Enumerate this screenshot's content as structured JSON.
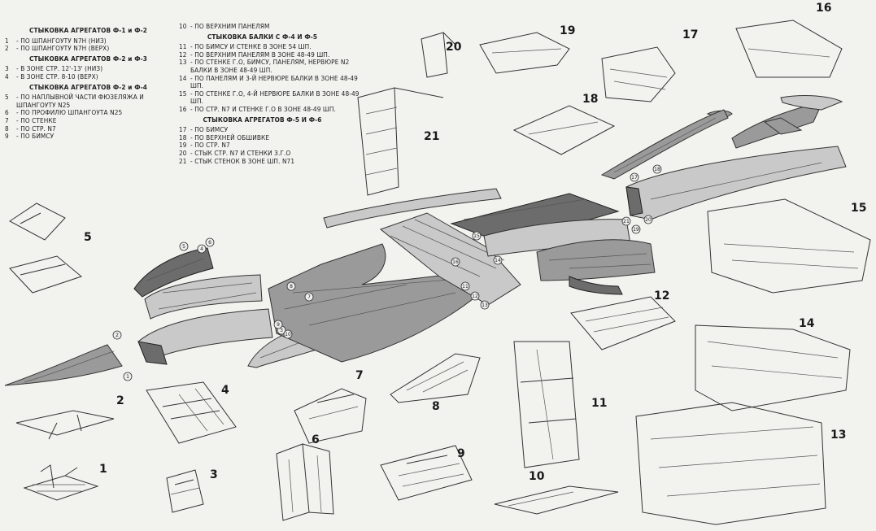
{
  "legend_left": {
    "groups": [
      {
        "title": "СТЫКОВКА АГРЕГАТОВ Ф-1 и Ф-2",
        "items": [
          {
            "n": "1",
            "t": "ПО ШПАНГОУТУ N7Н (НИЗ)"
          },
          {
            "n": "2",
            "t": "ПО ШПАНГОУТУ N7Н (ВЕРХ)"
          }
        ]
      },
      {
        "title": "СТЫКОВКА АГРЕГАТОВ Ф-2 и Ф-3",
        "items": [
          {
            "n": "3",
            "t": "В ЗОНЕ СТР. 12'-13' (НИЗ)"
          },
          {
            "n": "4",
            "t": "В ЗОНЕ СТР. 8-10 (ВЕРХ)"
          }
        ]
      },
      {
        "title": "СТЫКОВКА АГРЕГАТОВ Ф-2 и Ф-4",
        "items": [
          {
            "n": "5",
            "t": "ПО НАПЛЫВНОЙ ЧАСТИ ФЮЗЕЛЯЖА И ШПАНГОУТУ N25"
          },
          {
            "n": "6",
            "t": "ПО ПРОФИЛЮ ШПАНГОУТА N25"
          },
          {
            "n": "7",
            "t": "ПО СТЕНКЕ"
          },
          {
            "n": "8",
            "t": "ПО СТР. N7"
          },
          {
            "n": "9",
            "t": "ПО БИМСУ"
          }
        ]
      }
    ]
  },
  "legend_mid": {
    "first": {
      "n": "10",
      "t": "ПО ВЕРХНИМ ПАНЕЛЯМ"
    },
    "groups": [
      {
        "title": "СТЫКОВКА БАЛКИ С Ф-4 И Ф-5",
        "items": [
          {
            "n": "11",
            "t": "ПО БИМСУ И СТЕНКЕ В ЗОНЕ 54 ШП."
          },
          {
            "n": "12",
            "t": "ПО ВЕРХНИМ ПАНЕЛЯМ В ЗОНЕ 48-49 ШП."
          },
          {
            "n": "13",
            "t": "ПО СТЕНКЕ Г.О, БИМСУ, ПАНЕЛЯМ, НЕРВЮРЕ N2 БАЛКИ В ЗОНЕ 48-49 ШП."
          },
          {
            "n": "14",
            "t": "ПО ПАНЕЛЯМ И 3-Й НЕРВЮРЕ БАЛКИ В ЗОНЕ 48-49 ШП."
          },
          {
            "n": "15",
            "t": "ПО СТЕНКЕ Г.О, 4-Й НЕРВЮРЕ БАЛКИ В ЗОНЕ 48-49 ШП."
          },
          {
            "n": "16",
            "t": "ПО СТР. N7 И СТЕНКЕ Г.О В ЗОНЕ 48-49 ШП."
          }
        ]
      },
      {
        "title": "СТЫКОВКА АГРЕГАТОВ Ф-5 И Ф-6",
        "items": [
          {
            "n": "17",
            "t": "ПО БИМСУ"
          },
          {
            "n": "18",
            "t": "ПО ВЕРХНЕЙ ОБШИВКЕ"
          },
          {
            "n": "19",
            "t": "ПО СТР. N7"
          },
          {
            "n": "20",
            "t": "СТЫК СТР. N7 И СТЕНКИ З.Г.О"
          },
          {
            "n": "21",
            "t": "СТЫК СТЕНОК В ЗОНЕ ШП. N71"
          }
        ]
      }
    ]
  },
  "detail_numbers": [
    "1",
    "2",
    "3",
    "4",
    "5",
    "6",
    "7",
    "8",
    "9",
    "10",
    "11",
    "12",
    "13",
    "14",
    "15",
    "16",
    "17",
    "18",
    "19",
    "20",
    "21"
  ],
  "callout_numbers": [
    "1",
    "2",
    "3",
    "4",
    "5",
    "6",
    "7",
    "8",
    "9",
    "10",
    "11",
    "12",
    "13",
    "14",
    "15",
    "16",
    "17",
    "18",
    "19",
    "20",
    "21"
  ]
}
